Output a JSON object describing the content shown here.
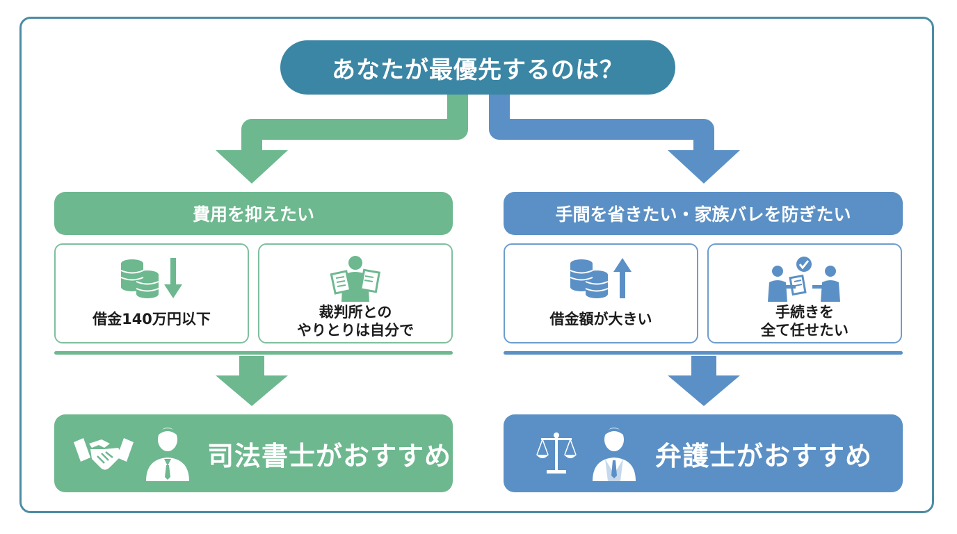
{
  "title": "あなたが最優先するのは？",
  "colors": {
    "green": "#6db88f",
    "blue": "#5b90c6",
    "frame": "#4b8ca3",
    "title_bg": "#3a86a4"
  },
  "left": {
    "header": "費用を抑えたい",
    "cards": [
      {
        "icon": "coins-down-icon",
        "label": "借金140万円以下"
      },
      {
        "icon": "person-documents-icon",
        "label": "裁判所との\nやりとりは自分で"
      }
    ],
    "result": {
      "icons": [
        "handshake-icon",
        "person-icon"
      ],
      "label": "司法書士がおすすめ"
    }
  },
  "right": {
    "header": "手間を省きたい・家族バレを防ぎたい",
    "cards": [
      {
        "icon": "coins-up-icon",
        "label": "借金額が大きい"
      },
      {
        "icon": "meeting-approved-icon",
        "label": "手続きを\n全て任せたい"
      }
    ],
    "result": {
      "icons": [
        "scales-icon",
        "lawyer-icon"
      ],
      "label": "弁護士がおすすめ"
    }
  }
}
